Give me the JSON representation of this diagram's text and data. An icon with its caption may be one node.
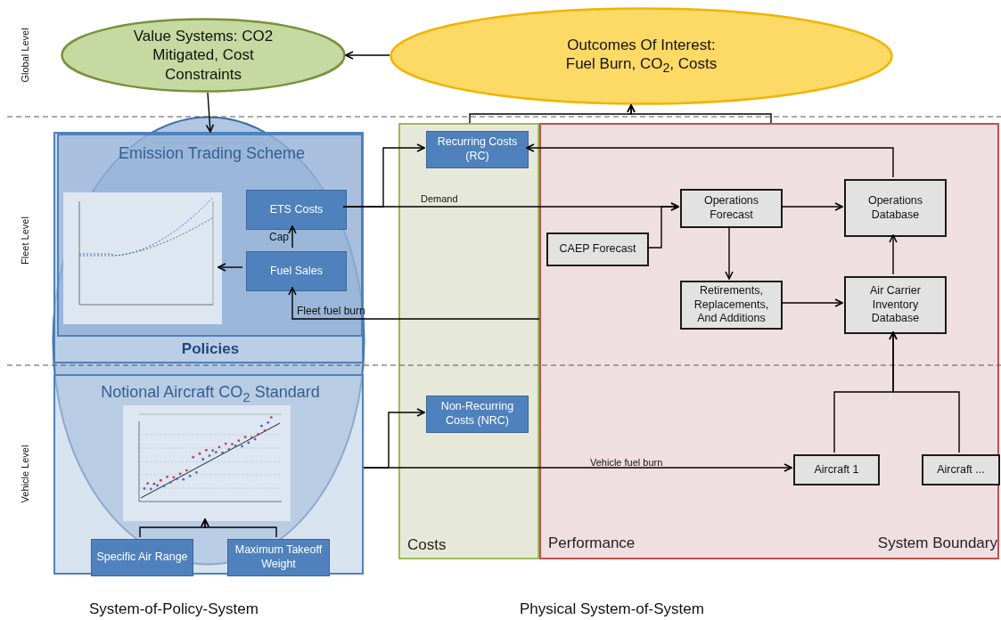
{
  "diagram": {
    "nodes": [
      {
        "text": [
          "Value Systems: CO2 Mitigated, Cost Constraints"
        ]
      },
      {
        "text": [
          "Outcomes Of Interest: Fuel Burn, CO$_{2}$, Costs"
        ]
      },
      {
        "text": [
          "Policies"
        ]
      },
      {
        "text": [
          "Emission Trading Scheme"
        ],
        "in": 2
      },
      {
        "text": [],
        "shape": "picture",
        "in": 3
      },
      {
        "text": [
          "ETS Costs"
        ],
        "in": 3
      },
      {
        "text": [
          "Fuel Sales"
        ],
        "in": 3
      },
      {
        "text": [
          "Notional Aircraft CO$_{2}$ Standard"
        ]
      },
      {
        "text": [],
        "shape": "picture",
        "in": 7
      },
      {
        "text": [
          "Specific Air Range"
        ],
        "in": 7
      },
      {
        "text": [
          "Maximum Takeoff Weight"
        ],
        "in": 7
      },
      {
        "text": [
          "Costs"
        ]
      },
      {
        "text": [
          "Recurring Costs (RC)"
        ],
        "in": 11
      },
      {
        "text": [
          "Non-Recurring Costs (NRC)"
        ],
        "in": 11
      },
      {
        "text": [
          "Performance",
          "System Boundary"
        ]
      },
      {
        "text": [
          "Operations Forecast"
        ],
        "in": 14
      },
      {
        "text": [
          "Operations Database"
        ],
        "in": 14
      },
      {
        "text": [
          "CAEP Forecast"
        ],
        "in": 14
      },
      {
        "text": [
          "Retirements, Replacements, And Additions"
        ],
        "in": 14
      },
      {
        "text": [
          "Air Carrier Inventory Database"
        ],
        "in": 14
      },
      {
        "text": [
          "Aircraft 1"
        ],
        "in": 14
      },
      {
        "text": [
          "Aircraft ..."
        ],
        "in": 14
      }
    ],
    "edges": [
      {
        "from": 1,
        "to": 0,
        "arrow": "to"
      },
      {
        "from": 0,
        "to": 2,
        "arrow": "to"
      },
      {
        "from": 11,
        "to": 1,
        "arrow": "to"
      },
      {
        "from": 14,
        "to": 1,
        "arrow": "to"
      },
      {
        "from": 5,
        "to": 12,
        "arrow": "to"
      },
      {
        "from": 5,
        "to": 15,
        "label": "Demand",
        "arrow": "to"
      },
      {
        "from": 17,
        "to": 15,
        "arrow": "to"
      },
      {
        "from": 15,
        "to": 16,
        "arrow": "to"
      },
      {
        "from": 15,
        "to": 18,
        "arrow": "to"
      },
      {
        "from": 18,
        "to": 19,
        "arrow": "to"
      },
      {
        "from": 19,
        "to": 16,
        "arrow": "to"
      },
      {
        "from": 16,
        "to": 12,
        "arrow": "to"
      },
      {
        "from": 20,
        "to": 19,
        "arrow": "to"
      },
      {
        "from": 21,
        "to": 19,
        "arrow": "to"
      },
      {
        "from": 6,
        "to": 5,
        "label": "Cap",
        "arrow": "to"
      },
      {
        "from": 6,
        "to": 4,
        "arrow": "to"
      },
      {
        "from": 14,
        "to": 6,
        "label": "Fleet fuel burn",
        "arrow": "to"
      },
      {
        "from": 7,
        "to": 13,
        "arrow": "to"
      },
      {
        "from": 7,
        "to": 20,
        "label": "Vehicle fuel burn",
        "arrow": "to"
      },
      {
        "from": 9,
        "to": 8,
        "arrow": "to"
      },
      {
        "from": 10,
        "to": 8,
        "arrow": "to"
      }
    ],
    "labels": [
      "Global Level",
      "Fleet Level",
      "Vehicle Level",
      "System-of-Policy-System",
      "Physical System-of-System"
    ]
  }
}
